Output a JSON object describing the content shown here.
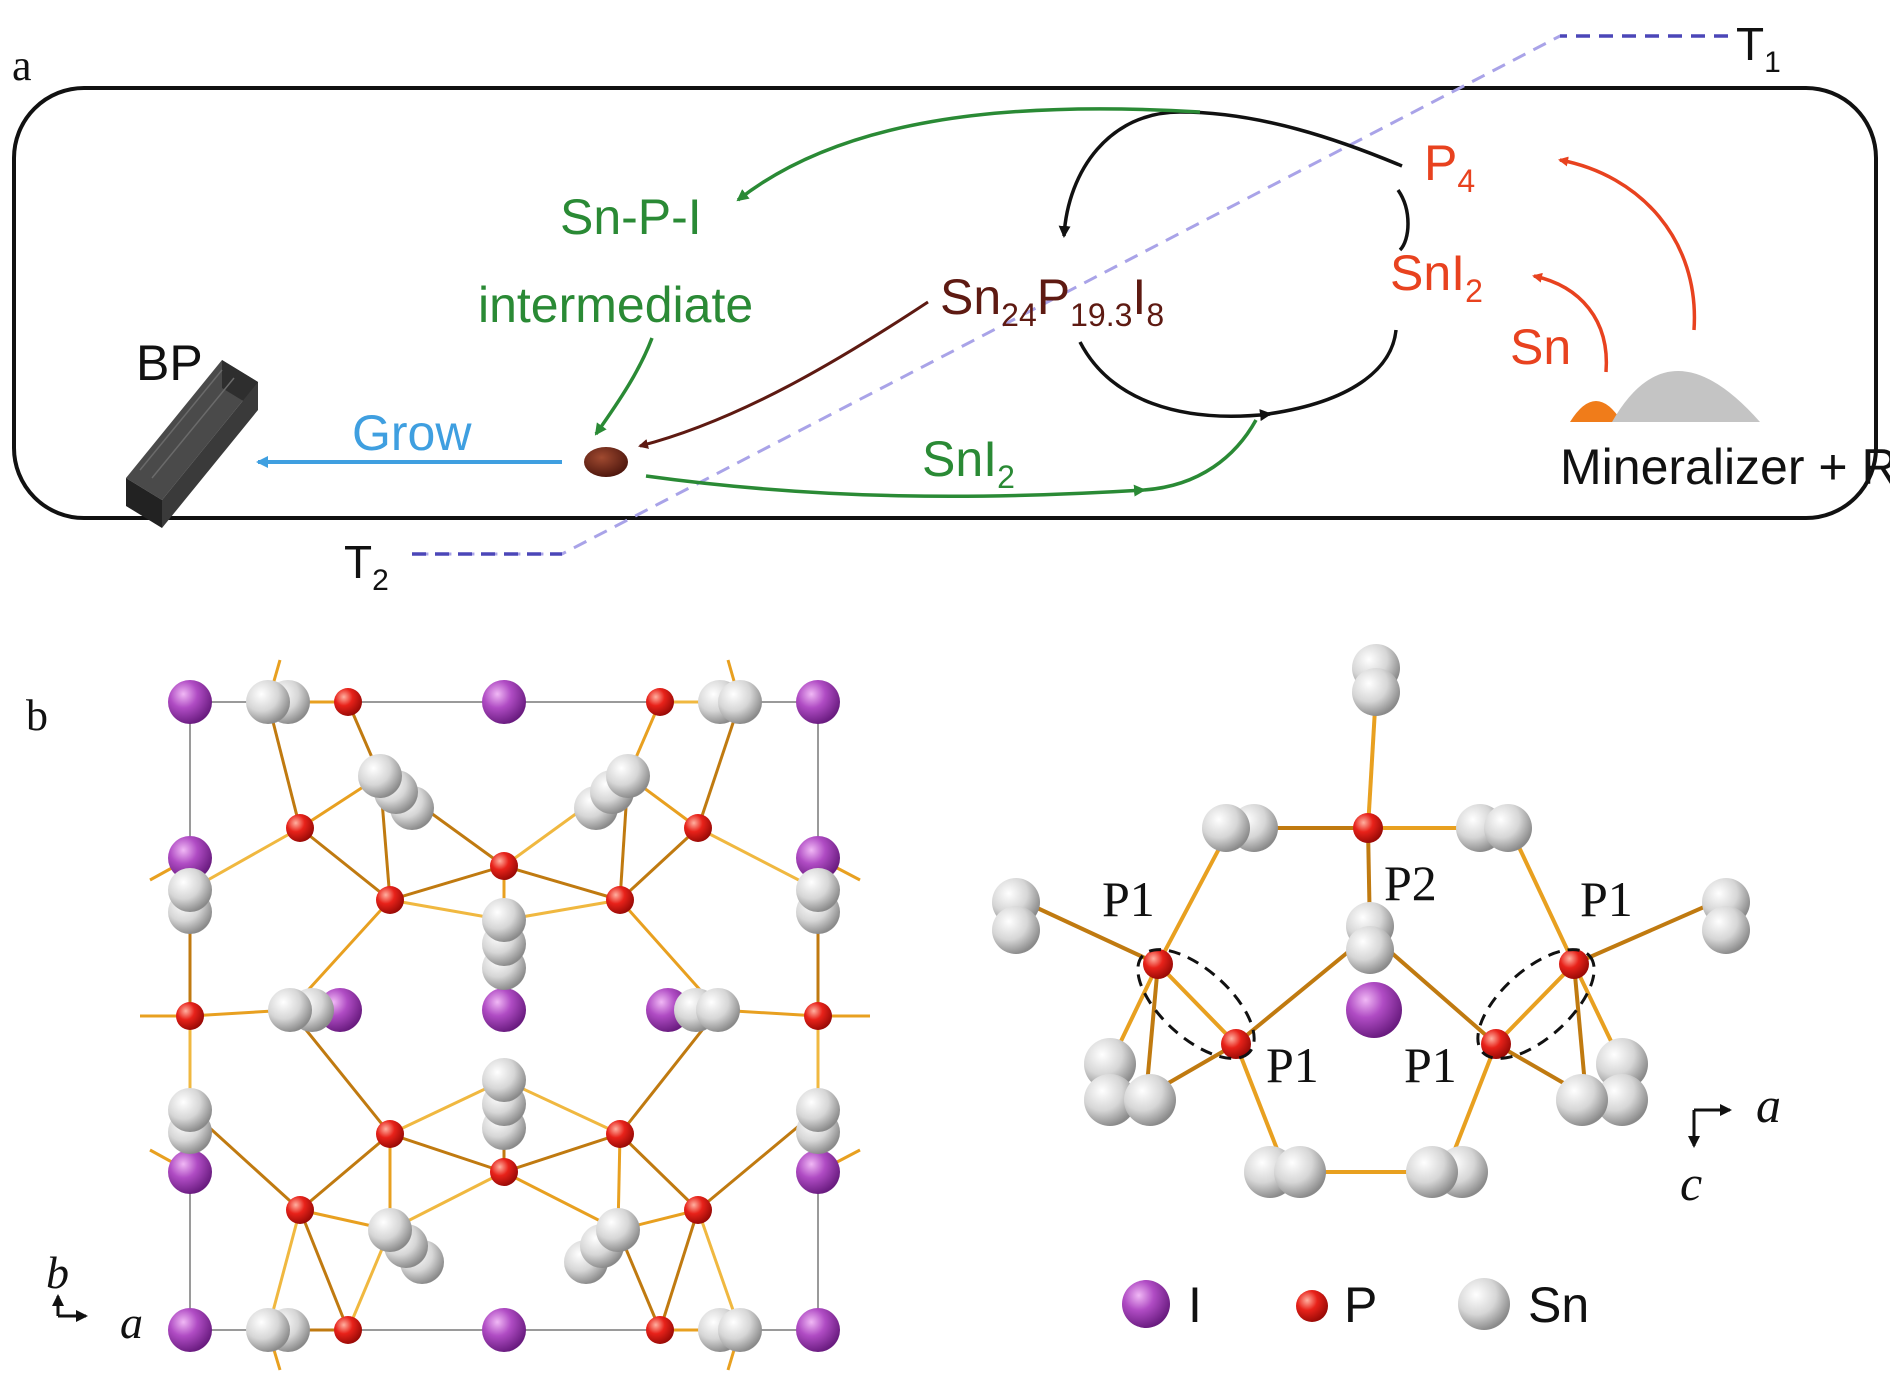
{
  "panel_a": {
    "label": "a",
    "t1": {
      "main": "T",
      "sub": "1"
    },
    "t2": {
      "main": "T",
      "sub": "2"
    },
    "p4": {
      "main": "P",
      "sub": "4"
    },
    "sni2_right": {
      "main": "SnI",
      "sub": "2"
    },
    "sn": "Sn",
    "mineralizer": "Mineralizer + RP",
    "snpi_line1": "Sn-P-I",
    "snpi_line2": "intermediate",
    "compound": {
      "p1": "Sn",
      "s1": "24",
      "p2": "P",
      "s2": "19.3",
      "p3": "I",
      "s3": "8"
    },
    "sni2_bottom": {
      "main": "SnI",
      "sub": "2"
    },
    "grow": "Grow",
    "bp": "BP",
    "colors": {
      "red": "#e8421f",
      "green": "#2a8a35",
      "blue": "#3f9fe0",
      "brown": "#5e1a12",
      "dash": "#a9a3e8",
      "dash_dark": "#4b46b8"
    }
  },
  "panel_b": {
    "label": "b",
    "axis_left": {
      "up": "b",
      "right": "a"
    },
    "axis_right": {
      "right": "a",
      "down": "c"
    },
    "site_labels": {
      "p1_upper_left": "P1",
      "p2": "P2",
      "p1_upper_right": "P1",
      "p1_lower_left": "P1",
      "p1_lower_right": "P1"
    },
    "legend": [
      {
        "key": "I",
        "label": "I",
        "color": "#a040b8"
      },
      {
        "key": "P",
        "label": "P",
        "color": "#e01a10"
      },
      {
        "key": "Sn",
        "label": "Sn",
        "color": "#d8d8d8"
      }
    ]
  }
}
